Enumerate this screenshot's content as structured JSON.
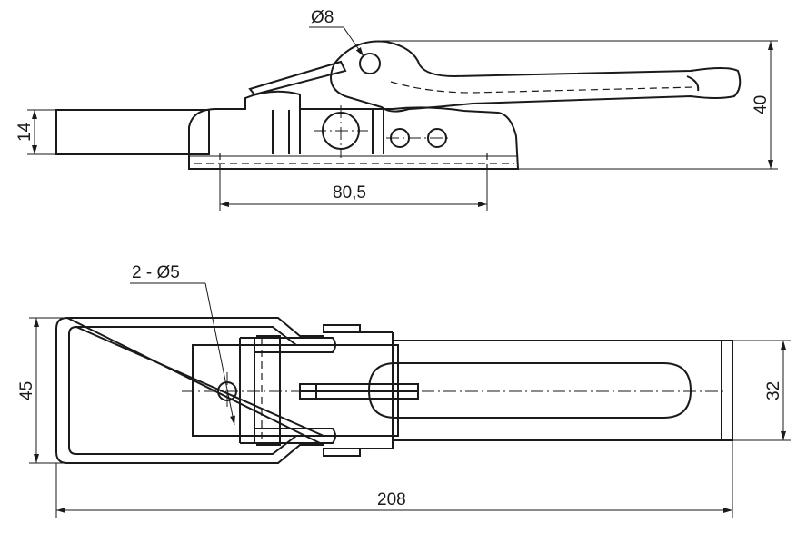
{
  "views": {
    "side": {
      "name": "side-view"
    },
    "top": {
      "name": "top-view"
    }
  },
  "dimensions": {
    "pin_diameter": "Ø8",
    "base_height": "14",
    "total_height": "40",
    "hole_spacing": "80,5",
    "holes": "2 - Ø5",
    "width": "45",
    "hook_width": "32",
    "total_length": "208"
  }
}
